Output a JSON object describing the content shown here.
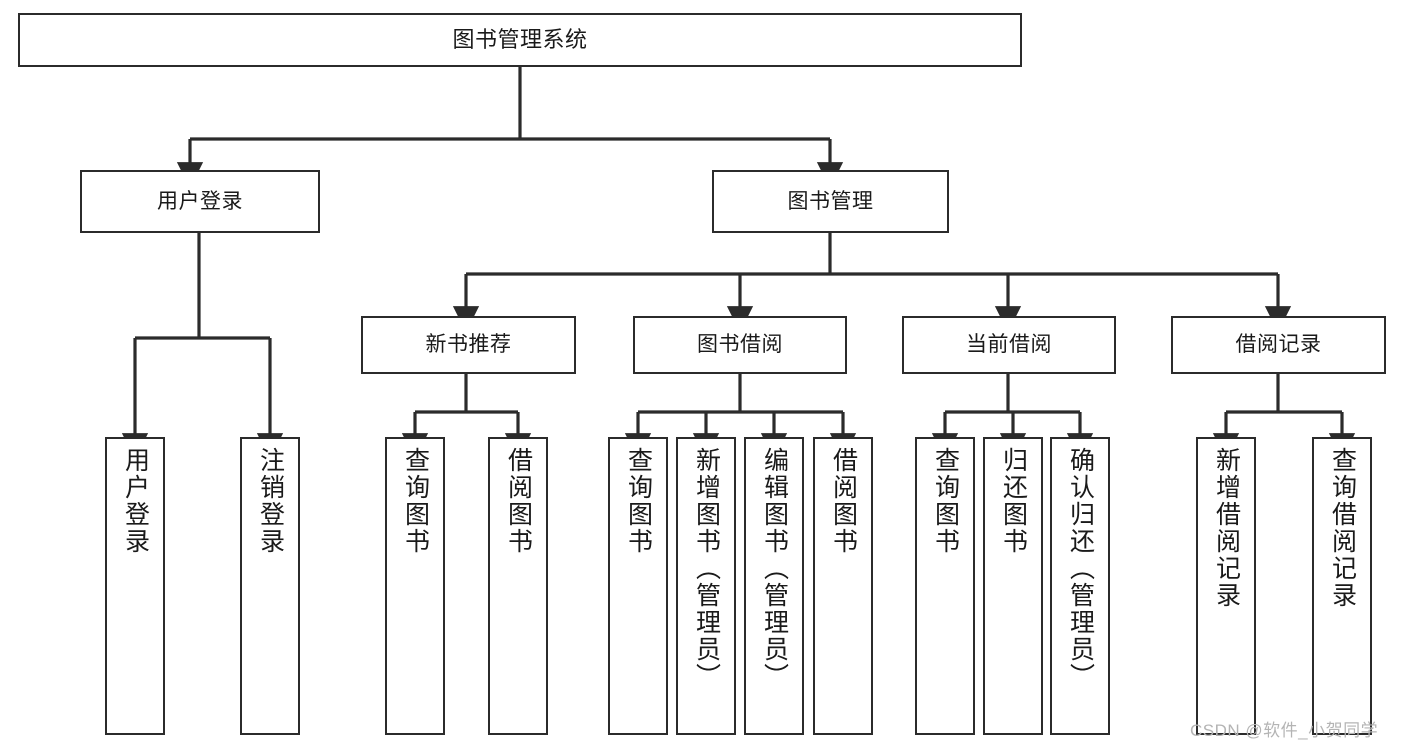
{
  "diagram": {
    "title": "图书管理系统",
    "type": "hierarchy-tree",
    "orientation": "top-down",
    "colors": {
      "box_border": "#2b2b2b",
      "box_fill": "#ffffff",
      "edge": "#2b2b2b",
      "text": "#1a1a1a",
      "watermark": "#b4b4b4"
    }
  },
  "nodes": {
    "root": {
      "label": "图书管理系统",
      "level": 0
    },
    "level1": [
      {
        "id": "user-login",
        "label": "用户登录",
        "level": 1
      },
      {
        "id": "book-manage",
        "label": "图书管理",
        "level": 1
      }
    ],
    "level2": [
      {
        "id": "new-book-recommend",
        "label": "新书推荐",
        "level": 2,
        "parent": "book-manage"
      },
      {
        "id": "book-borrow",
        "label": "图书借阅",
        "level": 2,
        "parent": "book-manage"
      },
      {
        "id": "current-borrow",
        "label": "当前借阅",
        "level": 2,
        "parent": "book-manage"
      },
      {
        "id": "borrow-record",
        "label": "借阅记录",
        "level": 2,
        "parent": "book-manage"
      }
    ],
    "leaves": [
      {
        "id": "leaf-user-login",
        "label": "用户登录",
        "parent": "user-login"
      },
      {
        "id": "leaf-logout-login",
        "label": "注销登录",
        "parent": "user-login"
      },
      {
        "id": "leaf-query-book-1",
        "label": "查询图书",
        "parent": "new-book-recommend"
      },
      {
        "id": "leaf-borrow-book-1",
        "label": "借阅图书",
        "parent": "new-book-recommend"
      },
      {
        "id": "leaf-query-book-2",
        "label": "查询图书",
        "parent": "book-borrow"
      },
      {
        "id": "leaf-add-book",
        "label": "新增图书（管理员）",
        "parent": "book-borrow"
      },
      {
        "id": "leaf-edit-book",
        "label": "编辑图书（管理员）",
        "parent": "book-borrow"
      },
      {
        "id": "leaf-borrow-book-2",
        "label": "借阅图书",
        "parent": "book-borrow"
      },
      {
        "id": "leaf-query-book-3",
        "label": "查询图书",
        "parent": "current-borrow"
      },
      {
        "id": "leaf-return-book",
        "label": "归还图书",
        "parent": "current-borrow"
      },
      {
        "id": "leaf-confirm-return",
        "label": "确认归还（管理员）",
        "parent": "current-borrow"
      },
      {
        "id": "leaf-add-record",
        "label": "新增借阅记录",
        "parent": "borrow-record"
      },
      {
        "id": "leaf-query-record",
        "label": "查询借阅记录",
        "parent": "borrow-record"
      }
    ]
  },
  "watermark": {
    "text": "CSDN @软件_小贺同学"
  }
}
